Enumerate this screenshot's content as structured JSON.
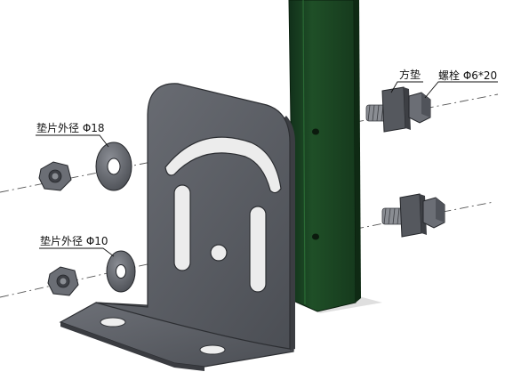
{
  "labels": {
    "square_washer": "方垫",
    "bolt": "螺栓 Φ6*20",
    "washer_18": "垫片外径 Φ18",
    "washer_10": "垫片外径 Φ10"
  },
  "colors": {
    "post": "#1d4a25",
    "post_edge": "#0d2812",
    "bracket": "#5c5f66",
    "bracket_dark": "#3a3c41",
    "bracket_light": "#7d8088",
    "metal": "#6d7077",
    "thread": "#8a8d93",
    "axis_line": "#444444"
  }
}
